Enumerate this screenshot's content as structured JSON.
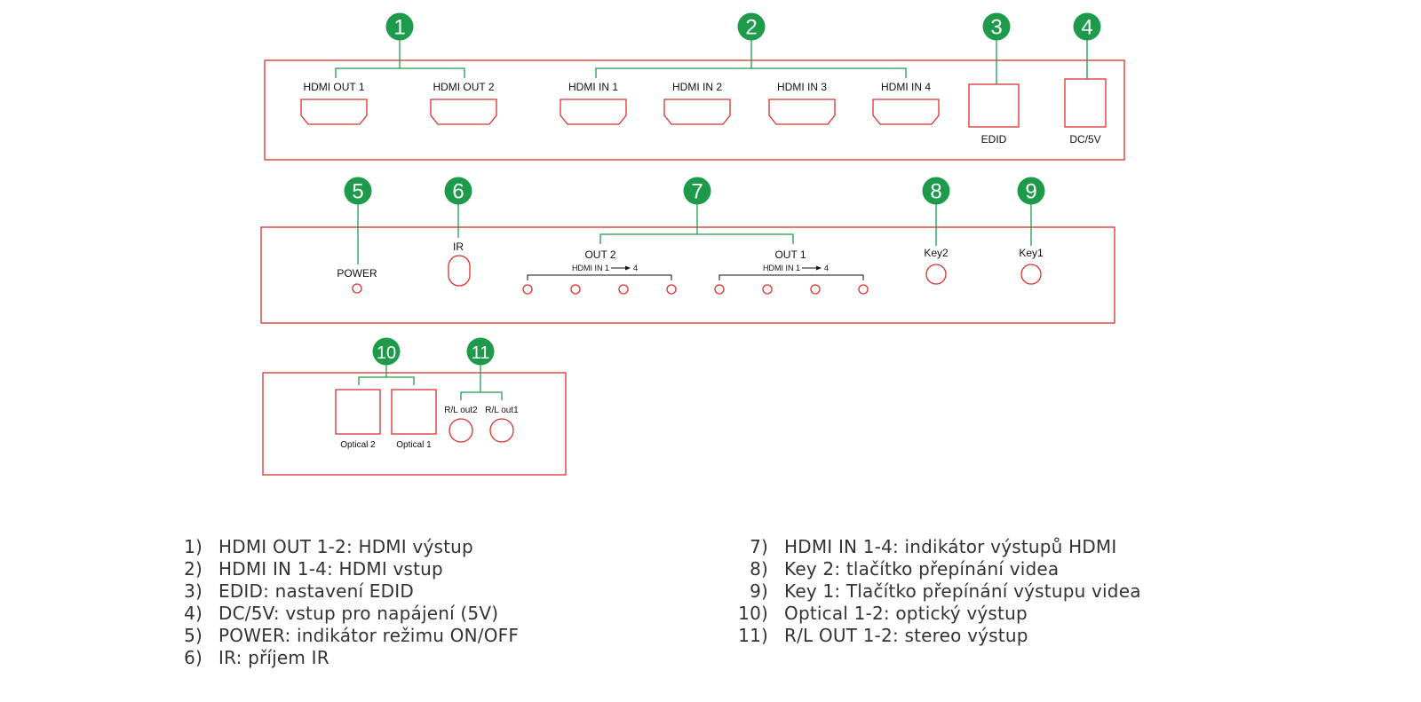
{
  "colors": {
    "panel": "#d9302c",
    "callout": "#1e9b4a",
    "callout_text": "#ffffff"
  },
  "callouts": [
    "1",
    "2",
    "3",
    "4",
    "5",
    "6",
    "7",
    "8",
    "9",
    "10",
    "11"
  ],
  "top_panel": {
    "hdmi_out_1": "HDMI OUT 1",
    "hdmi_out_2": "HDMI OUT 2",
    "hdmi_in_1": "HDMI IN 1",
    "hdmi_in_2": "HDMI IN 2",
    "hdmi_in_3": "HDMI IN 3",
    "hdmi_in_4": "HDMI IN 4",
    "edid": "EDID",
    "dc": "DC/5V"
  },
  "middle_panel": {
    "power": "POWER",
    "ir": "IR",
    "out2": "OUT 2",
    "out1": "OUT 1",
    "range_prefix": "HDMI IN 1",
    "range_end": "4",
    "key2": "Key2",
    "key1": "Key1"
  },
  "bottom_panel": {
    "optical2": "Optical 2",
    "optical1": "Optical 1",
    "rl_out2": "R/L out2",
    "rl_out1": "R/L out1"
  },
  "legend_left": [
    {
      "n": "1)",
      "text": "HDMI OUT 1-2: HDMI výstup"
    },
    {
      "n": "2)",
      "text": "HDMI IN 1-4: HDMI vstup"
    },
    {
      "n": "3)",
      "text": "EDID: nastavení EDID"
    },
    {
      "n": "4)",
      "text": "DC/5V: vstup pro napájení (5V)"
    },
    {
      "n": "5)",
      "text": "POWER: indikátor režimu ON/OFF"
    },
    {
      "n": "6)",
      "text": "IR: příjem IR"
    }
  ],
  "legend_right": [
    {
      "n": "7)",
      "text": "HDMI IN 1-4: indikátor výstupů HDMI"
    },
    {
      "n": "8)",
      "text": "Key 2: tlačítko přepínání videa"
    },
    {
      "n": "9)",
      "text": "Key 1: Tlačítko přepínání výstupu videa"
    },
    {
      "n": "10)",
      "text": "Optical 1-2: optický výstup"
    },
    {
      "n": "11)",
      "text": "R/L OUT 1-2: stereo výstup"
    }
  ]
}
